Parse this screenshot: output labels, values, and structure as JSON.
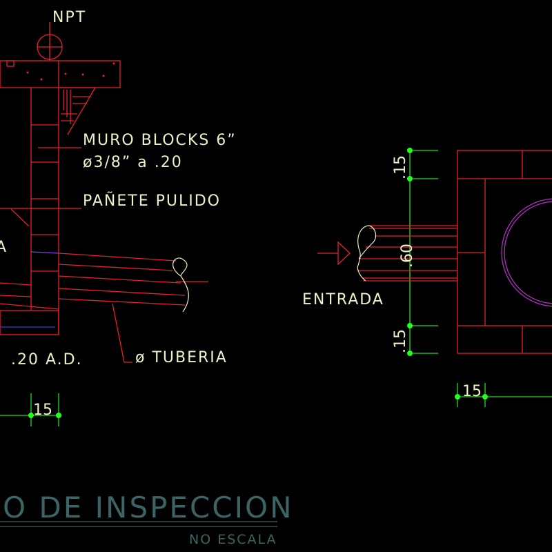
{
  "colors": {
    "background": "#000000",
    "structure": "#e8202a",
    "dimension": "#20e020",
    "text": "#f0f0c8",
    "title": "#3c6464",
    "circle": "#b030c0"
  },
  "section": {
    "level_label": "NPT",
    "wall_label_line1": "MURO BLOCKS 6”",
    "wall_label_line2": "ø3/8” a .20",
    "finish_label": "PAÑETE PULIDO",
    "partial_label": "A",
    "floor_label": ".20 A.D.",
    "pipe_label": "ø TUBERIA",
    "wall_dimension": "15"
  },
  "plan": {
    "inlet_label": "ENTRADA",
    "dim_top": ".15",
    "dim_middle": ".60",
    "dim_bottom": ".15",
    "dim_wall": "15"
  },
  "title": {
    "text": "O DE INSPECCION",
    "scale": "NO ESCALA"
  }
}
